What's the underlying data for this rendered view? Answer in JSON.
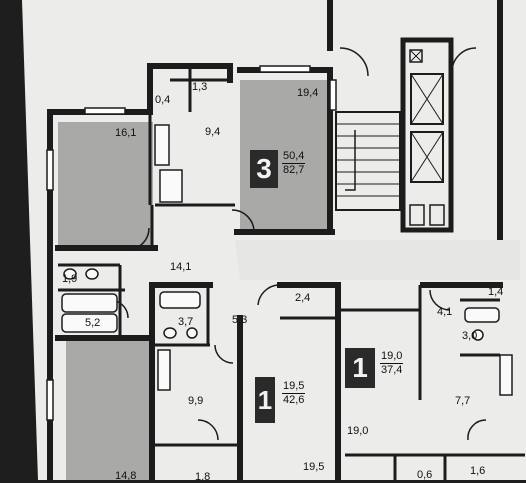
{
  "apartments": [
    {
      "rooms": "3",
      "living_area": "50,4",
      "total_area": "82,7"
    },
    {
      "rooms": "1",
      "living_area": "19,5",
      "total_area": "42,6"
    },
    {
      "rooms": "1",
      "living_area": "19,0",
      "total_area": "37,4"
    }
  ],
  "room_areas": {
    "r_0_4": "0,4",
    "r_1_3": "1,3",
    "r_19_4": "19,4",
    "r_16_1": "16,1",
    "r_9_4": "9,4",
    "r_1_9": "1,9",
    "r_14_1": "14,1",
    "r_5_2": "5,2",
    "r_2_4": "2,4",
    "r_3_7": "3,7",
    "r_5_3": "5,3",
    "r_9_9": "9,9",
    "r_14_8": "14,8",
    "r_1_8": "1,8",
    "r_19_5": "19,5",
    "r_4_1": "4,1",
    "r_1_4": "1,4",
    "r_3_0": "3,0",
    "r_7_7": "7,7",
    "r_19_0": "19,0",
    "r_0_6": "0,6",
    "r_1_6": "1,6"
  },
  "colors": {
    "paper": "#ececea",
    "living_fill": "#a9a9a7",
    "wall": "#1c1c1c",
    "badge": "#2a2a2a"
  }
}
